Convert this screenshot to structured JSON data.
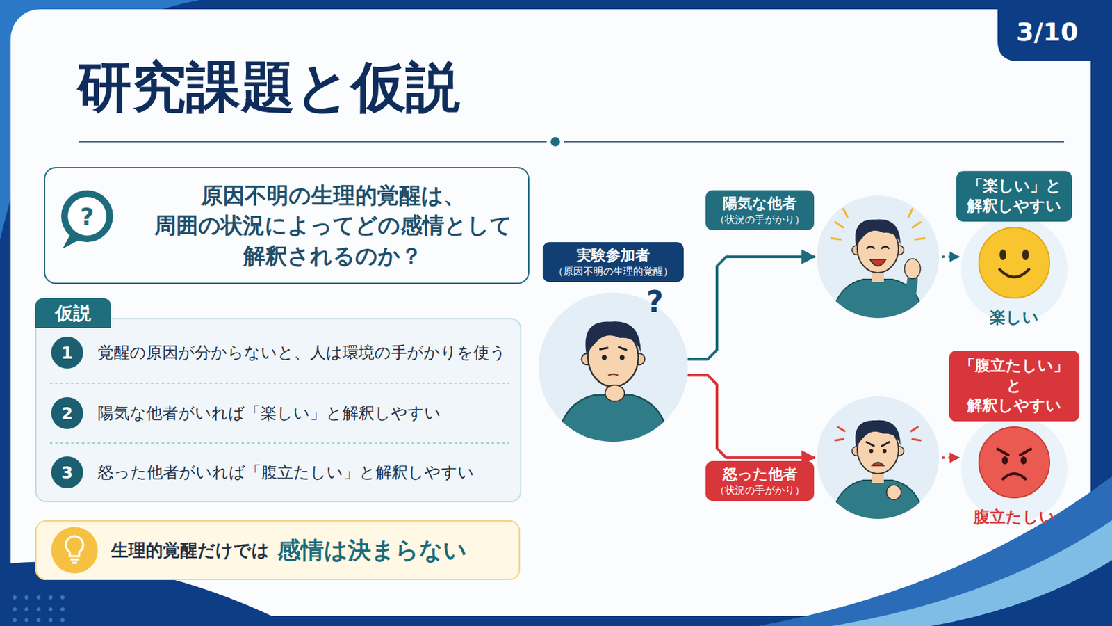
{
  "diagram": {
    "title": "研究課題と仮説",
    "nodes": [
      {
        "text": [
          "原因不明の生理的覚醒は、 周囲の状況によってどの感情として 解釈されるのか？"
        ]
      },
      {
        "text": [
          "仮説"
        ]
      },
      {
        "text": [
          "1"
        ],
        "in": 1
      },
      {
        "text": [
          "2"
        ],
        "in": 1
      },
      {
        "text": [
          "3"
        ],
        "in": 1
      },
      {
        "text": [
          "生理的覚醒だけでは",
          "感情は決まらない"
        ]
      },
      {
        "text": [
          "実験参加者",
          "（原因不明の生理的覚醒）"
        ]
      },
      {
        "text": [
          "陽気な他者",
          "（状況の手がかり）"
        ]
      },
      {
        "text": [
          "「楽しい」と 解釈しやすい",
          "楽しい"
        ]
      },
      {
        "text": [
          "怒った他者",
          "（状況の手がかり）"
        ]
      },
      {
        "text": [
          "「腹立たしい」と 解釈しやすい",
          "腹立たしい"
        ]
      }
    ],
    "edges": [
      {
        "from": 6,
        "to": 7,
        "arrow": "to"
      },
      {
        "from": 6,
        "to": 9,
        "arrow": "to"
      },
      {
        "from": 7,
        "to": 8,
        "arrow": "to"
      },
      {
        "from": 9,
        "to": 10,
        "arrow": "to"
      }
    ],
    "labels": [
      "3/10",
      "?",
      "覚醒の原因が分からないと、人は環境の手がかりを使う",
      "陽気な他者がいれば「楽しい」と解釈しやすい",
      "怒った他者がいれば「腹立たしい」と解釈しやすい",
      "?"
    ]
  }
}
